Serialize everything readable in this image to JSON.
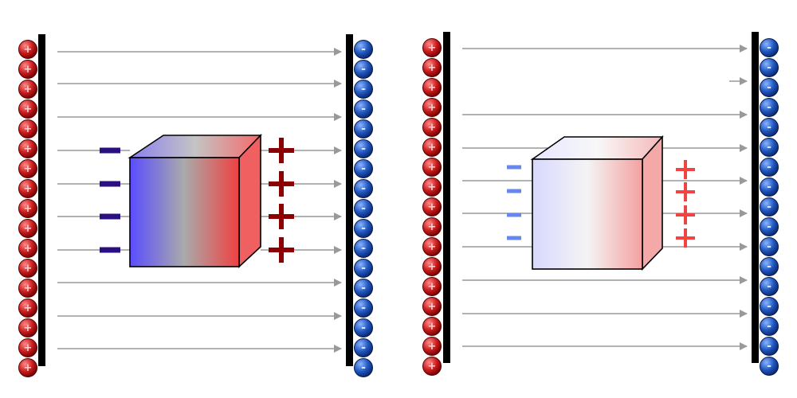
{
  "symbols": {
    "plus": "+",
    "minus": "-"
  },
  "colors": {
    "positive_plate_charge": "#c01818",
    "negative_plate_charge": "#1a4fb0",
    "plate": "#000000",
    "field_line": "#999999",
    "left_block_start": "#5a4dff",
    "left_block_mid": "#aaaaaa",
    "left_block_end": "#f04040",
    "left_minus": "#2a0f80",
    "left_plus": "#8b0000",
    "right_block_start": "#d8d8ff",
    "right_block_mid": "#f4f4f4",
    "right_block_end": "#f4a0a0",
    "right_minus": "#6688ee",
    "right_plus": "#ee4444"
  },
  "panels": [
    {
      "id": "conductor",
      "plate_charge_count": 17,
      "field_line_count": 10,
      "induced_charge_count": 4
    },
    {
      "id": "dielectric",
      "plate_charge_count": 17,
      "field_line_count": 10,
      "induced_charge_count": 4
    }
  ]
}
